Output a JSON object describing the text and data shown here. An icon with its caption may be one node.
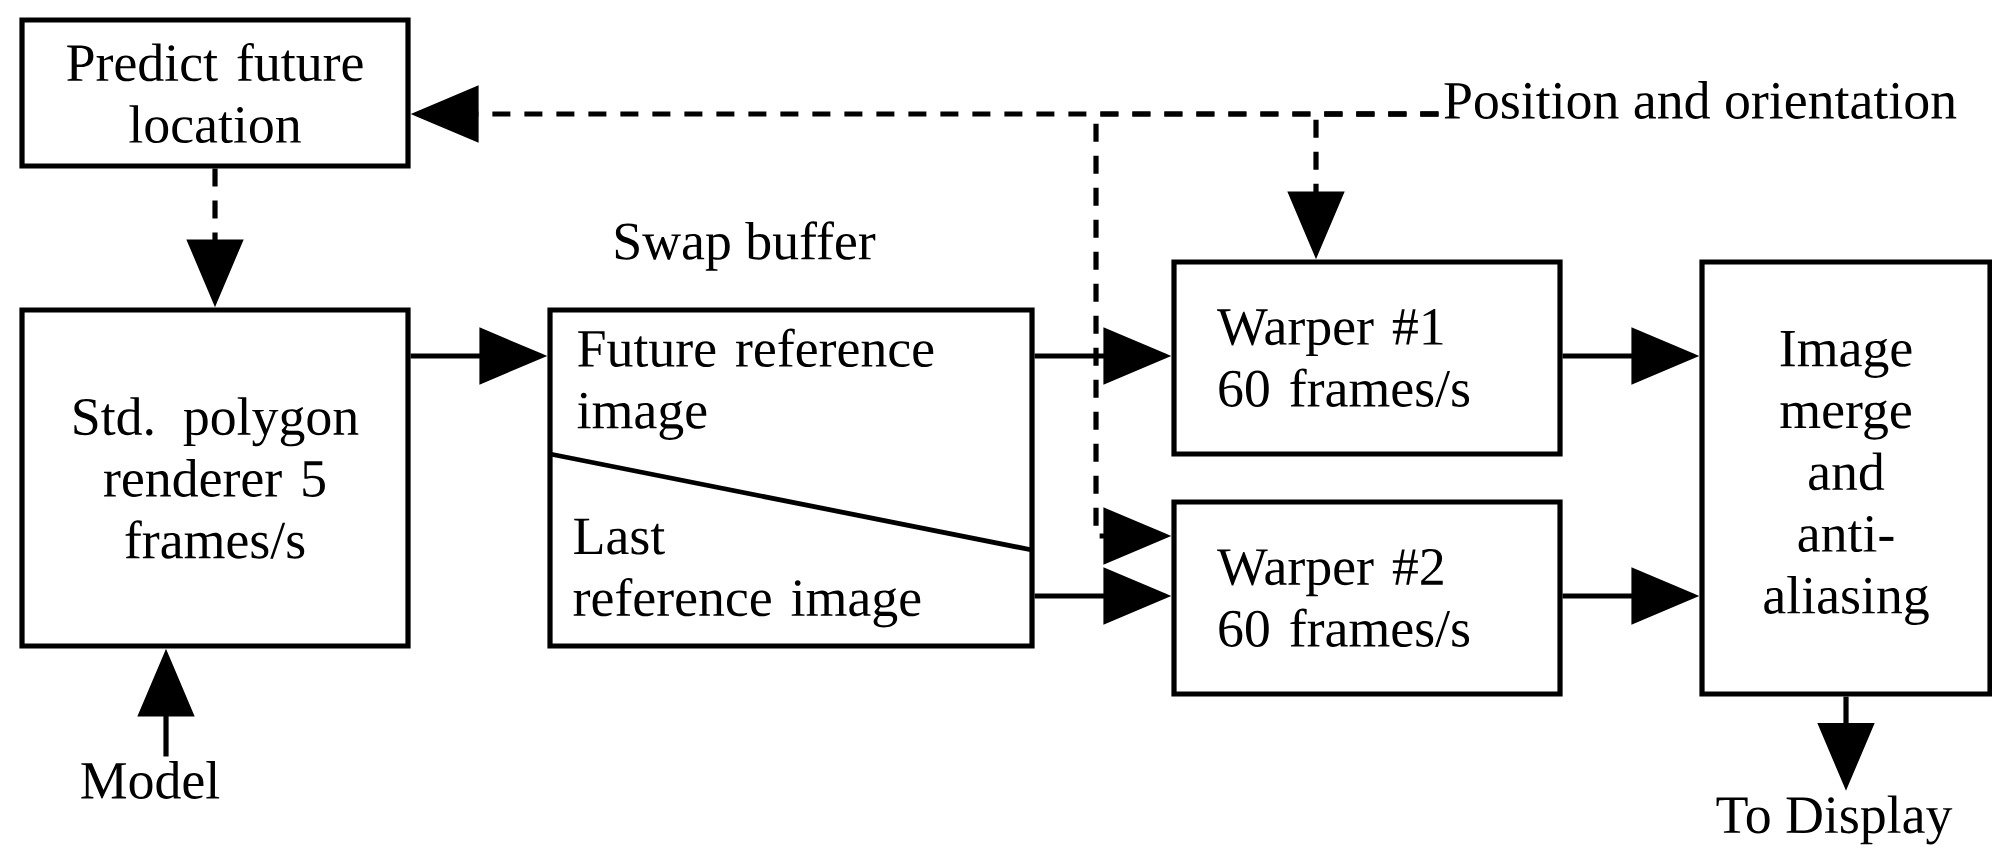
{
  "diagram": {
    "nodes": [
      {
        "text": [
          "Predict future location"
        ]
      },
      {
        "text": [
          "Std. polygon renderer 5 frames/s"
        ]
      },
      {
        "text": [
          "Swap buffer",
          "Future reference image",
          "Last reference image"
        ]
      },
      {
        "text": [
          "Warper #1 60 frames/s"
        ]
      },
      {
        "text": [
          "Warper #2 60 frames/s"
        ]
      },
      {
        "text": [
          "Image merge and anti-aliasing"
        ]
      },
      {
        "text": [
          "Model"
        ]
      },
      {
        "text": [
          "To Display"
        ]
      },
      {
        "text": [
          "Position and orientation"
        ]
      }
    ],
    "edges": [
      {
        "from": 8,
        "to": 0,
        "arrow": "to",
        "style": "dashed"
      },
      {
        "from": 8,
        "to": 3,
        "arrow": "to",
        "style": "dashed"
      },
      {
        "from": 8,
        "to": 4,
        "arrow": "to",
        "style": "dashed"
      },
      {
        "from": 0,
        "to": 1,
        "arrow": "to",
        "style": "dashed"
      },
      {
        "from": 1,
        "to": 2,
        "arrow": "to"
      },
      {
        "from": 2,
        "to": 3,
        "arrow": "to"
      },
      {
        "from": 2,
        "to": 4,
        "arrow": "to"
      },
      {
        "from": 3,
        "to": 5,
        "arrow": "to"
      },
      {
        "from": 4,
        "to": 5,
        "arrow": "to"
      },
      {
        "from": 6,
        "to": 1,
        "arrow": "to"
      },
      {
        "from": 5,
        "to": 7,
        "arrow": "to"
      }
    ]
  }
}
